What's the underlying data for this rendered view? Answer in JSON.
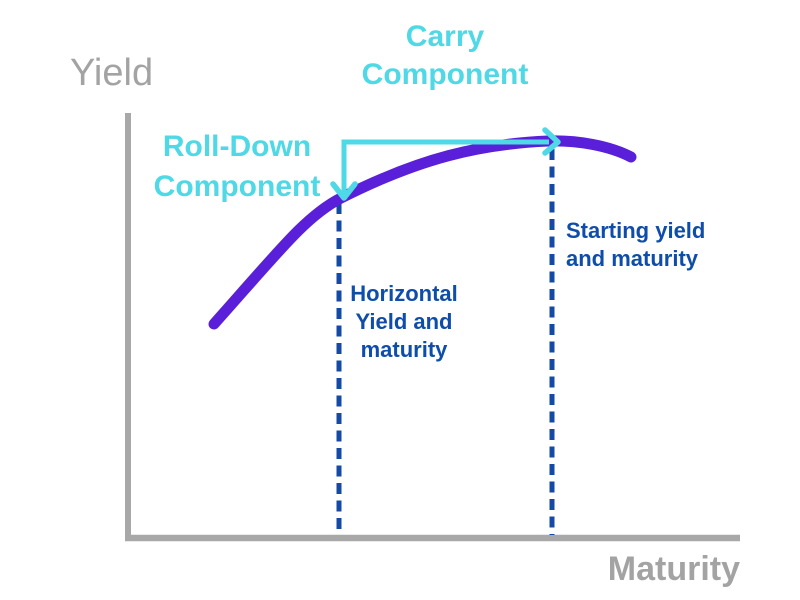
{
  "axes": {
    "y_label": "Yield",
    "x_label": "Maturity"
  },
  "labels": {
    "carry": "Carry\nComponent",
    "roll_down": "Roll-Down\nComponent",
    "starting": "Starting yield\nand maturity",
    "horizon": "Horizontal\nYield and\nmaturity"
  },
  "colors": {
    "curve_purple": "#5a1fd8",
    "accent_cyan": "#4fd8e5",
    "text_blue": "#0e4da9",
    "dash_blue": "#1449a5",
    "axis_gray": "#a8a8a8",
    "text_gray": "#a3a3a3"
  },
  "diagram": {
    "type": "annotated-curve",
    "description": "Concave yield curve over maturity; cyan elbow arrow decomposes return into roll-down (vertical) and carry (horizontal) components between the horizon point and the starting yield/maturity point, each marked with dashed vertical lines."
  }
}
